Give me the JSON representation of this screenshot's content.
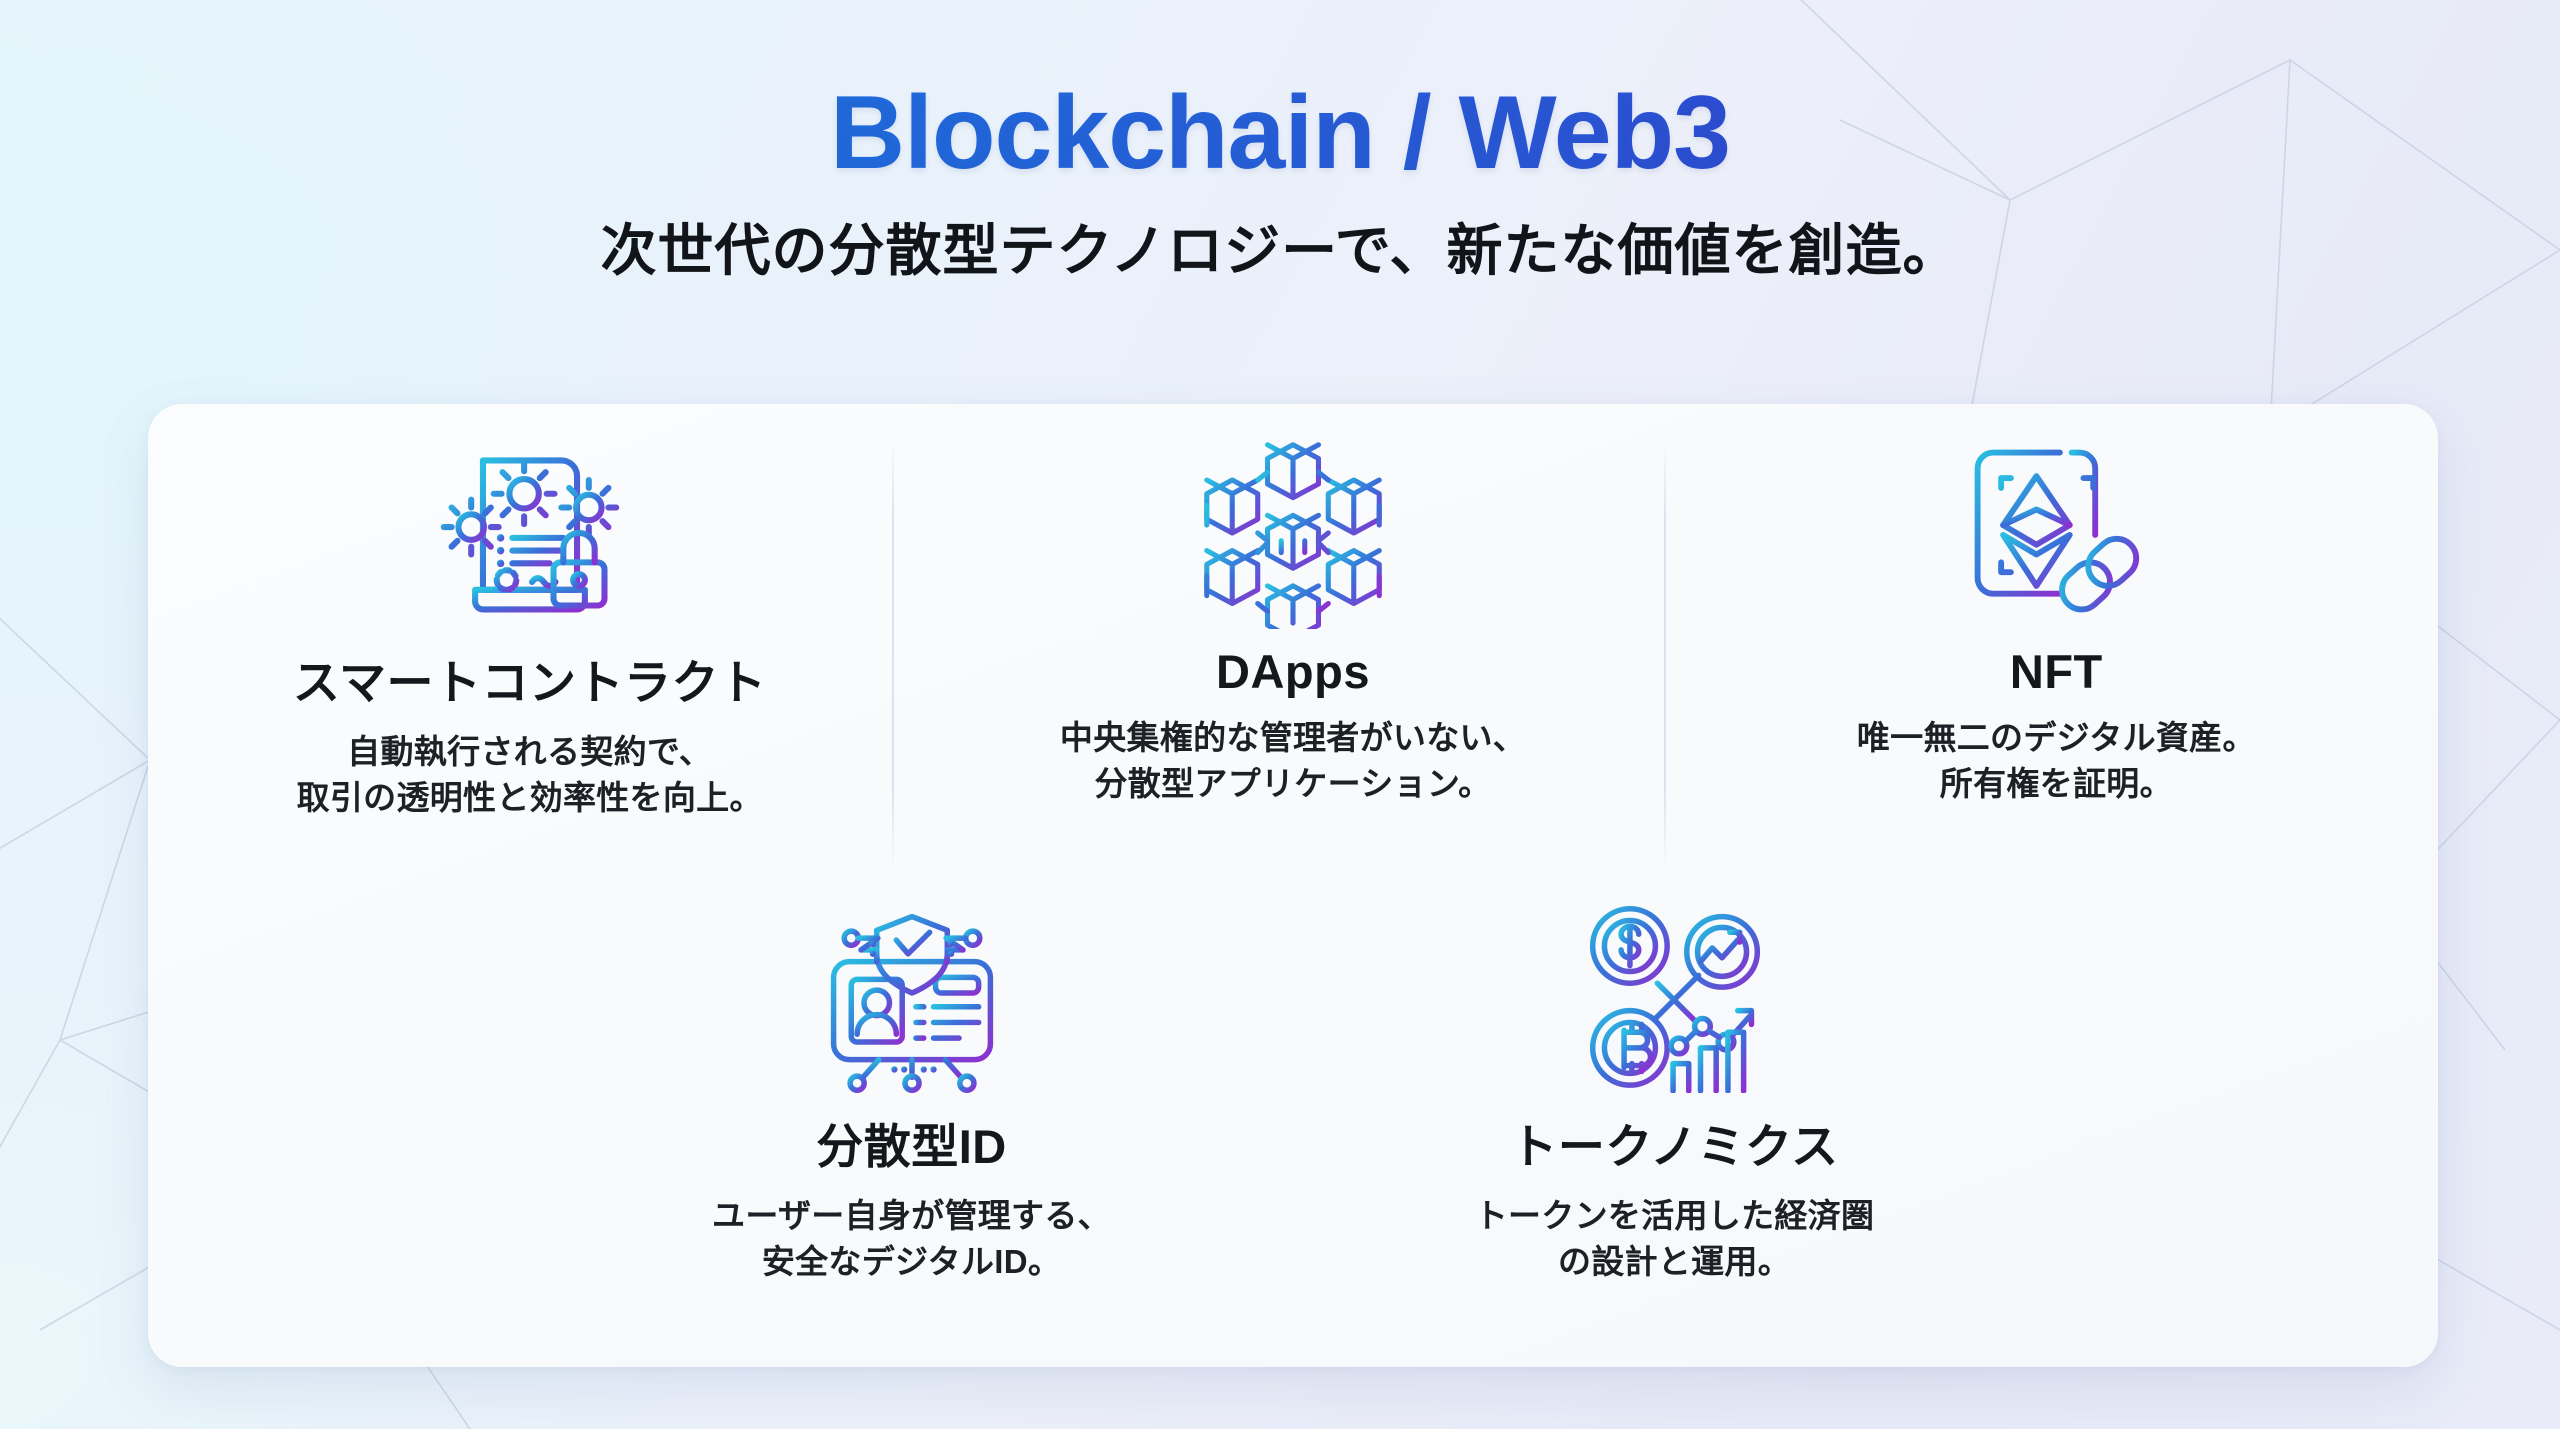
{
  "header": {
    "title": "Blockchain / Web3",
    "subtitle": "次世代の分散型テクノロジーで、新たな価値を創造。"
  },
  "theme": {
    "title_gradient_from": "#1879e6",
    "title_gradient_to": "#3b2fc4",
    "icon_gradient_from": "#29c0e0",
    "icon_gradient_to": "#8f2fd0",
    "panel_bg": "#f8fafc",
    "page_bg": "#e9eef8",
    "text_color": "#14171c"
  },
  "cards": {
    "top": [
      {
        "icon": "smart-contract-icon",
        "title": "スマートコントラクト",
        "desc_lines": [
          "自動執行される契約で、",
          "取引の透明性と効率性を向上。"
        ]
      },
      {
        "icon": "blockchain-network-icon",
        "title": "DApps",
        "desc_lines": [
          "中央集権的な管理者がいない、",
          "分散型アプリケーション。"
        ]
      },
      {
        "icon": "nft-ethereum-icon",
        "title": "NFT",
        "desc_lines": [
          "唯一無二のデジタル資産。",
          "所有権を証明。"
        ]
      }
    ],
    "bottom": [
      {
        "icon": "digital-id-icon",
        "title": "分散型ID",
        "desc_lines": [
          "ユーザー自身が管理する、",
          "安全なデジタルID。"
        ]
      },
      {
        "icon": "tokenomics-icon",
        "title": "トークノミクス",
        "desc_lines": [
          "トークンを活用した経済圏",
          "の設計と運用。"
        ]
      }
    ]
  }
}
